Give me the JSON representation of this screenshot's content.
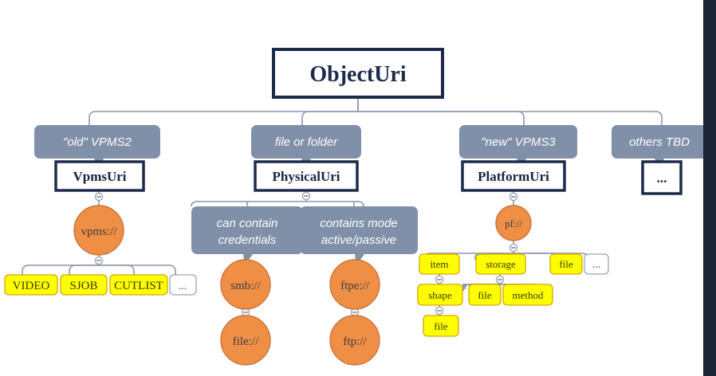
{
  "diagram": {
    "title_node": {
      "label": "ObjectUri"
    },
    "classes": [
      {
        "id": "vpmsuri",
        "label": "VpmsUri"
      },
      {
        "id": "physicaluri",
        "label": "PhysicalUri"
      },
      {
        "id": "platformuri",
        "label": "PlatformUri"
      },
      {
        "id": "others",
        "label": "..."
      }
    ],
    "notes": [
      {
        "id": "note-old-vpms2",
        "label": "\"old\" VPMS2"
      },
      {
        "id": "note-file-or-folder",
        "label": "file or folder"
      },
      {
        "id": "note-new-vpms3",
        "label": "\"new\" VPMS3"
      },
      {
        "id": "note-others-tbd",
        "label": "others TBD"
      },
      {
        "id": "note-credentials",
        "line1": "can contain",
        "line2": "credentials"
      },
      {
        "id": "note-mode",
        "line1": "contains mode",
        "line2": "active/passive"
      }
    ],
    "schemes": [
      {
        "id": "vpms",
        "label": "vpms://"
      },
      {
        "id": "smb",
        "label": "smb://"
      },
      {
        "id": "file-scheme",
        "label": "file://"
      },
      {
        "id": "ftpe",
        "label": "ftpe://"
      },
      {
        "id": "ftp",
        "label": "ftp://"
      },
      {
        "id": "pf",
        "label": "pf://"
      }
    ],
    "vpms_leaves": [
      {
        "id": "video",
        "label": "VIDEO"
      },
      {
        "id": "sjob",
        "label": "SJOB"
      },
      {
        "id": "cutlist",
        "label": "CUTLIST"
      },
      {
        "id": "vpms-more",
        "label": "..."
      }
    ],
    "pf_leaves": [
      {
        "id": "item",
        "label": "item"
      },
      {
        "id": "storage",
        "label": "storage"
      },
      {
        "id": "file-leaf",
        "label": "file"
      },
      {
        "id": "pf-more",
        "label": "..."
      }
    ],
    "item_children": [
      {
        "id": "shape",
        "label": "shape"
      }
    ],
    "shape_children": [
      {
        "id": "shape-file",
        "label": "file"
      }
    ],
    "storage_children": [
      {
        "id": "storage-file",
        "label": "file"
      },
      {
        "id": "method",
        "label": "method"
      }
    ],
    "colors": {
      "note_fill": "#8090a8",
      "scheme_fill": "#ef8f46",
      "scheme_stroke": "#c9753a",
      "leaf_fill": "#ffff00",
      "leaf_stroke": "#d9a400",
      "class_stroke": "#1d2b4a",
      "connector": "#8d96a8",
      "right_band": "#1d2433"
    }
  }
}
